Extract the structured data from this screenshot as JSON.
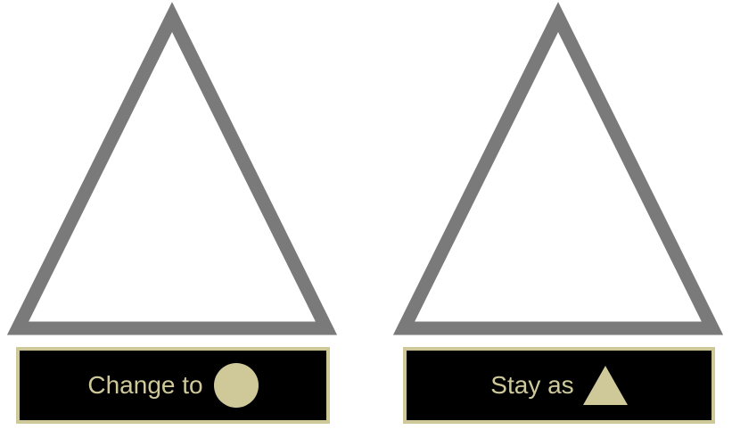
{
  "colors": {
    "shape_outline": "#7a7a7a",
    "shape_fill": "#ffffff",
    "button_background": "#000000",
    "button_accent": "#cfc99a"
  },
  "shapes": {
    "left": "triangle-outline",
    "right": "triangle-outline"
  },
  "buttons": {
    "change": {
      "label": "Change to",
      "icon": "circle-icon"
    },
    "stay": {
      "label": "Stay as",
      "icon": "triangle-icon"
    }
  }
}
